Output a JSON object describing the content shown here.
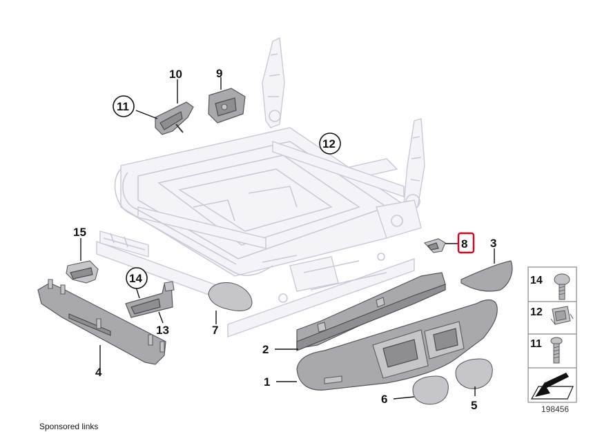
{
  "callouts": {
    "c1": "1",
    "c2": "2",
    "c3": "3",
    "c4": "4",
    "c5": "5",
    "c6": "6",
    "c7": "7",
    "c8": "8",
    "c9": "9",
    "c10": "10",
    "c11": "11",
    "c12": "12",
    "c13": "13",
    "c14": "14",
    "c15": "15"
  },
  "legend": {
    "item_14": "14",
    "item_12": "12",
    "item_11": "11",
    "diagram_number": "198456"
  },
  "highlight_color": "#e0001b",
  "footer": {
    "sponsored_label": "Sponsored links"
  }
}
